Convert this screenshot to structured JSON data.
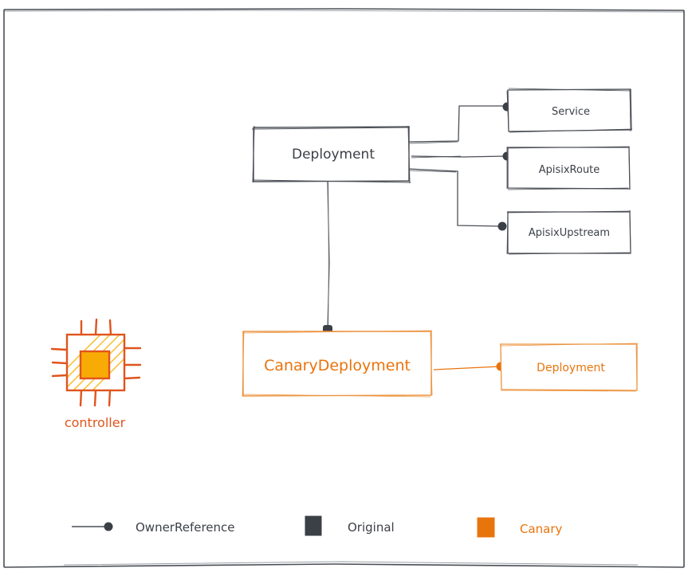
{
  "colors": {
    "original": "#3b3f46",
    "canary": "#e8740c",
    "controller_outline": "#e0541c",
    "controller_core": "#f8ab05",
    "controller_hatch": "#f8c13a",
    "frame": "#4a4e55",
    "background": "#ffffff"
  },
  "nodes": {
    "deployment": {
      "label": "Deployment",
      "kind": "original"
    },
    "service": {
      "label": "Service",
      "kind": "original"
    },
    "apisix_route": {
      "label": "ApisixRoute",
      "kind": "original"
    },
    "apisix_upstream": {
      "label": "ApisixUpstream",
      "kind": "original"
    },
    "canary_deployment": {
      "label": "CanaryDeployment",
      "kind": "canary"
    },
    "canary_child_deployment": {
      "label": "Deployment",
      "kind": "canary"
    }
  },
  "edges": [
    {
      "from": "deployment",
      "to": "service",
      "type": "OwnerReference"
    },
    {
      "from": "deployment",
      "to": "apisix_route",
      "type": "OwnerReference"
    },
    {
      "from": "deployment",
      "to": "apisix_upstream",
      "type": "OwnerReference"
    },
    {
      "from": "deployment",
      "to": "canary_deployment",
      "type": "OwnerReference"
    },
    {
      "from": "canary_deployment",
      "to": "canary_child_deployment",
      "type": "OwnerReference"
    }
  ],
  "controller": {
    "label": "controller",
    "icon": "cpu-chip-icon"
  },
  "legend": {
    "owner_reference": "OwnerReference",
    "original": "Original",
    "canary": "Canary"
  }
}
